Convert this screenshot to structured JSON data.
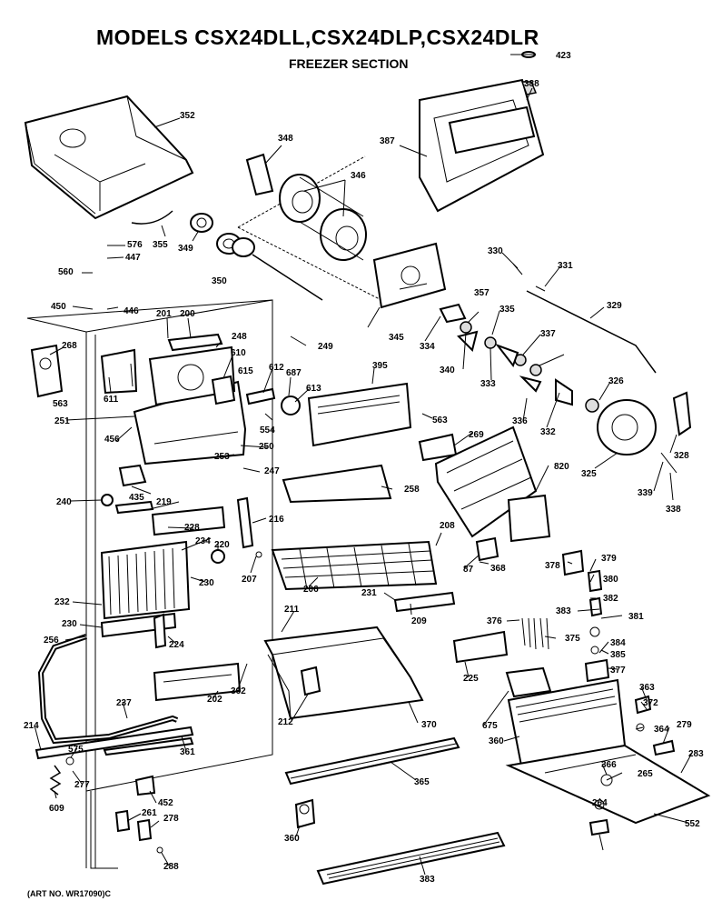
{
  "title": "MODELS CSX24DLL,CSX24DLP,CSX24DLR",
  "subtitle": "FREEZER SECTION",
  "art_number": "(ART NO. WR17090)C",
  "parts": [
    "423",
    "388",
    "387",
    "352",
    "348",
    "346",
    "576",
    "447",
    "349",
    "355",
    "560",
    "350",
    "450",
    "446",
    "201",
    "200",
    "248",
    "249",
    "345",
    "330",
    "331",
    "329",
    "268",
    "610",
    "612",
    "687",
    "615",
    "613",
    "395",
    "334",
    "357",
    "335",
    "337",
    "611",
    "563",
    "340",
    "333",
    "326",
    "251",
    "456",
    "554",
    "250",
    "253",
    "247",
    "336",
    "332",
    "563",
    "269",
    "325",
    "328",
    "240",
    "435",
    "219",
    "820",
    "216",
    "258",
    "339",
    "338",
    "228",
    "234",
    "220",
    "208",
    "378",
    "379",
    "230",
    "207",
    "206",
    "87",
    "368",
    "380",
    "232",
    "382",
    "231",
    "209",
    "376",
    "375",
    "383",
    "381",
    "211",
    "384",
    "385",
    "377",
    "230",
    "224",
    "256",
    "362",
    "363",
    "372",
    "225",
    "237",
    "212",
    "370",
    "675",
    "364",
    "279",
    "214",
    "202",
    "361",
    "360",
    "283",
    "575",
    "366",
    "265",
    "277",
    "365",
    "264",
    "609",
    "452",
    "261",
    "278",
    "360",
    "552",
    "288",
    "383"
  ]
}
